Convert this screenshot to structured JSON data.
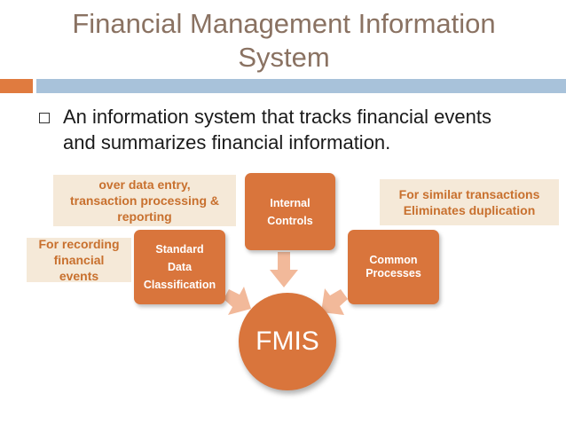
{
  "slide": {
    "title_line1": "Financial Management Information",
    "title_line2": "System",
    "bullet": "An information system that tracks financial events and summarizes financial information."
  },
  "diagram": {
    "center": "FMIS",
    "nodes": {
      "standard": [
        "Standard",
        "Data",
        "Classification"
      ],
      "internal": [
        "Internal",
        "Controls"
      ],
      "common": [
        "Common",
        "Processes"
      ]
    },
    "notes": {
      "control": [
        "over data entry,",
        "transaction processing &",
        "reporting"
      ],
      "recording": [
        "For recording",
        "financial",
        "events"
      ],
      "similar": [
        "For similar transactions",
        "Eliminates duplication"
      ]
    }
  },
  "colors": {
    "accent": "#d9753c",
    "arrow": "#f2b99a",
    "note_bg": "#f5e9d8",
    "title": "#8a7262",
    "rule_blue": "#a8c2da"
  }
}
